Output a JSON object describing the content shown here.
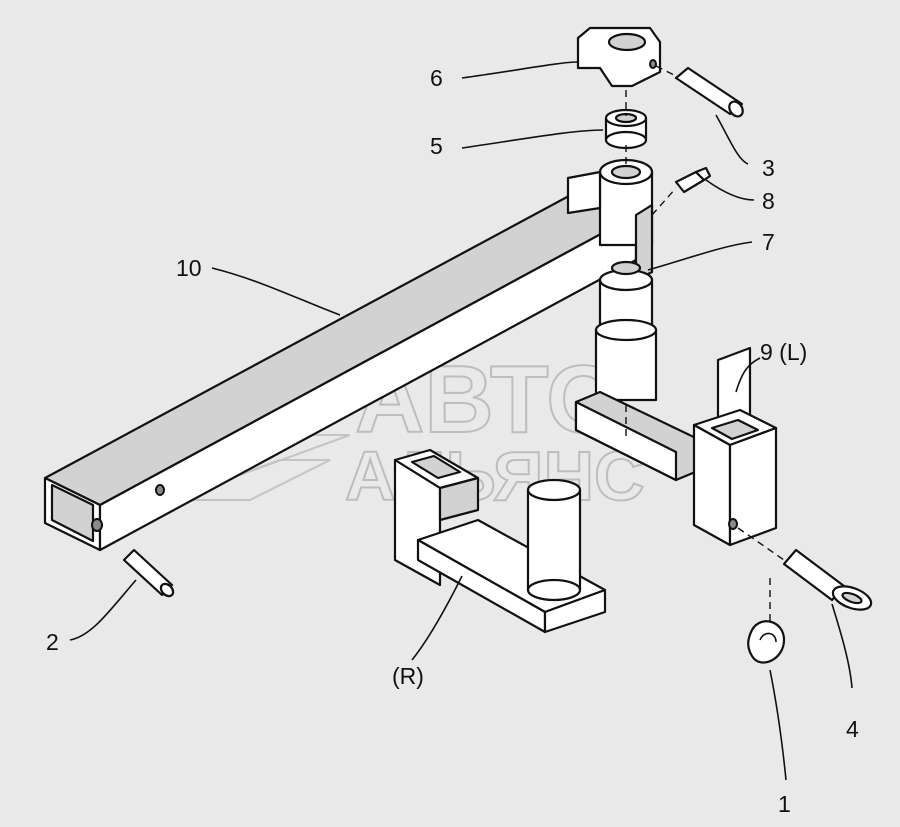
{
  "callouts": {
    "c1": "1",
    "c2": "2",
    "c3": "3",
    "c4": "4",
    "c5": "5",
    "c6": "6",
    "c7": "7",
    "c8": "8",
    "c9": "9 (L)",
    "c10": "10",
    "cR": "(R)"
  },
  "watermark": {
    "line1": "АВТО",
    "line2": "АЛЬЯНС"
  },
  "colors": {
    "background": "#e9e9e9",
    "line": "#111111",
    "watermark": "#bdbdbd"
  }
}
